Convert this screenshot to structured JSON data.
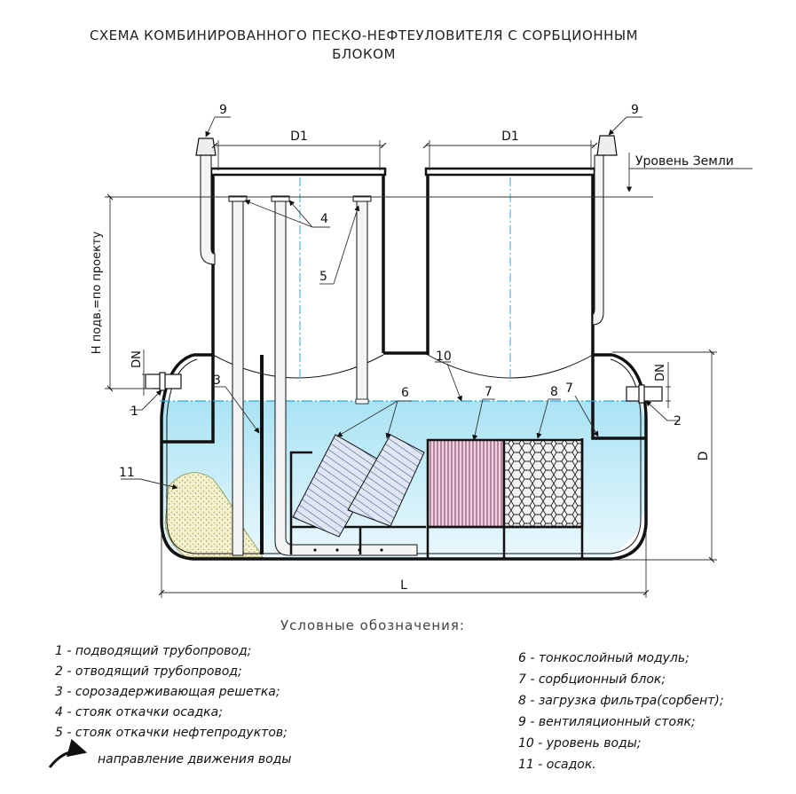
{
  "title": {
    "line1": "СХЕМА КОМБИНИРОВАННОГО ПЕСКО-НЕФТЕУЛОВИТЕЛЯ С  СОРБЦИОННЫМ",
    "line2": "БЛОКОМ"
  },
  "dimensions": {
    "d1_left": "D1",
    "d1_right": "D1",
    "depth": "H подв.=по проекту",
    "dn_left": "DN",
    "dn_right": "DN",
    "diameter": "D",
    "length": "L",
    "ground_level": "Уровень Земли"
  },
  "callouts": {
    "c1": "1",
    "c2": "2",
    "c3": "3",
    "c4": "4",
    "c5": "5",
    "c6": "6",
    "c7a": "7",
    "c7b": "7",
    "c8": "8",
    "c9a": "9",
    "c9b": "9",
    "c10": "10",
    "c11": "11"
  },
  "legend": {
    "heading": "Условные обозначения:",
    "left": [
      "1 - подводящий трубопровод;",
      "2 - отводящий трубопровод;",
      "3 - сорозадерживающая решетка;",
      "4 - стояк откачки осадка;",
      "5 - стояк откачки нефтепродуктов;"
    ],
    "flow": "направление движения воды",
    "right": [
      "6 - тонкослойный модуль;",
      "7 - сорбционный блок;",
      "8 - загрузка фильтра(сорбент);",
      "9 - вентиляционный стояк;",
      "10 - уровень воды;",
      "11 - осадок."
    ]
  },
  "colors": {
    "water": "#bfe9f6",
    "sand": "#ece9b6",
    "wall": "#111111",
    "axis": "#2aa7d6"
  }
}
